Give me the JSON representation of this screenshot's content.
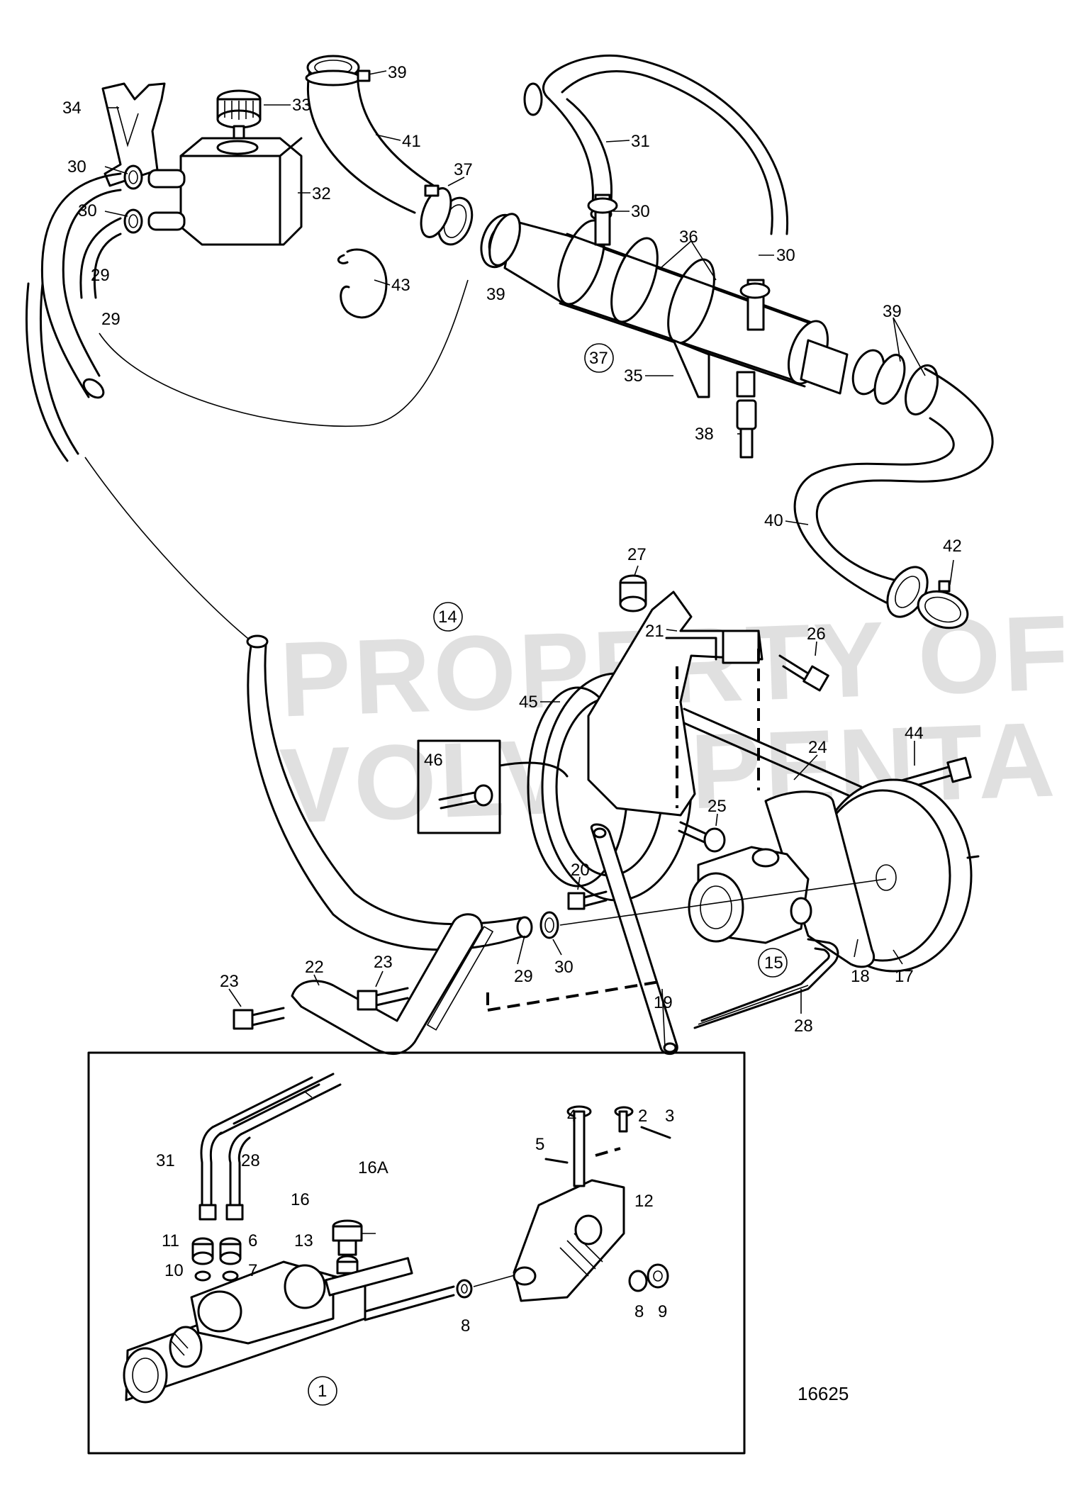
{
  "drawing_number": "16625",
  "watermark": {
    "line1": "PROPERTY OF",
    "line2": "VOLVO PENTA"
  },
  "callouts": [
    {
      "id": "c34",
      "label": "34"
    },
    {
      "id": "c33",
      "label": "33"
    },
    {
      "id": "c39a",
      "label": "39"
    },
    {
      "id": "c41",
      "label": "41"
    },
    {
      "id": "c31a",
      "label": "31"
    },
    {
      "id": "c30a",
      "label": "30"
    },
    {
      "id": "c30b",
      "label": "30"
    },
    {
      "id": "c32",
      "label": "32"
    },
    {
      "id": "c37a",
      "label": "37"
    },
    {
      "id": "c30c",
      "label": "30"
    },
    {
      "id": "c36",
      "label": "36"
    },
    {
      "id": "c30d",
      "label": "30"
    },
    {
      "id": "c29a",
      "label": "29"
    },
    {
      "id": "c43",
      "label": "43"
    },
    {
      "id": "c39b",
      "label": "39"
    },
    {
      "id": "c29b",
      "label": "29"
    },
    {
      "id": "c37b",
      "label": "37"
    },
    {
      "id": "c39c",
      "label": "39"
    },
    {
      "id": "c35",
      "label": "35"
    },
    {
      "id": "c38",
      "label": "38"
    },
    {
      "id": "c40",
      "label": "40"
    },
    {
      "id": "c42",
      "label": "42"
    },
    {
      "id": "c27",
      "label": "27"
    },
    {
      "id": "c14",
      "label": "14"
    },
    {
      "id": "c21",
      "label": "21"
    },
    {
      "id": "c26",
      "label": "26"
    },
    {
      "id": "c45",
      "label": "45"
    },
    {
      "id": "c24",
      "label": "24"
    },
    {
      "id": "c44",
      "label": "44"
    },
    {
      "id": "c46",
      "label": "46"
    },
    {
      "id": "c25",
      "label": "25"
    },
    {
      "id": "c20",
      "label": "20"
    },
    {
      "id": "c29c",
      "label": "29"
    },
    {
      "id": "c30e",
      "label": "30"
    },
    {
      "id": "c15",
      "label": "15"
    },
    {
      "id": "c18",
      "label": "18"
    },
    {
      "id": "c17",
      "label": "17"
    },
    {
      "id": "c19",
      "label": "19"
    },
    {
      "id": "c22",
      "label": "22"
    },
    {
      "id": "c23a",
      "label": "23"
    },
    {
      "id": "c23b",
      "label": "23"
    },
    {
      "id": "c28a",
      "label": "28"
    },
    {
      "id": "c4",
      "label": "4"
    },
    {
      "id": "c2",
      "label": "2"
    },
    {
      "id": "c3",
      "label": "3"
    },
    {
      "id": "c5",
      "label": "5"
    },
    {
      "id": "c31b",
      "label": "31"
    },
    {
      "id": "c28b",
      "label": "28"
    },
    {
      "id": "c16A",
      "label": "16A"
    },
    {
      "id": "c16",
      "label": "16"
    },
    {
      "id": "c12",
      "label": "12"
    },
    {
      "id": "c11",
      "label": "11"
    },
    {
      "id": "c6",
      "label": "6"
    },
    {
      "id": "c13",
      "label": "13"
    },
    {
      "id": "c10",
      "label": "10"
    },
    {
      "id": "c7",
      "label": "7"
    },
    {
      "id": "c8a",
      "label": "8"
    },
    {
      "id": "c9",
      "label": "9"
    },
    {
      "id": "c8b",
      "label": "8"
    },
    {
      "id": "c1",
      "label": "1"
    }
  ]
}
